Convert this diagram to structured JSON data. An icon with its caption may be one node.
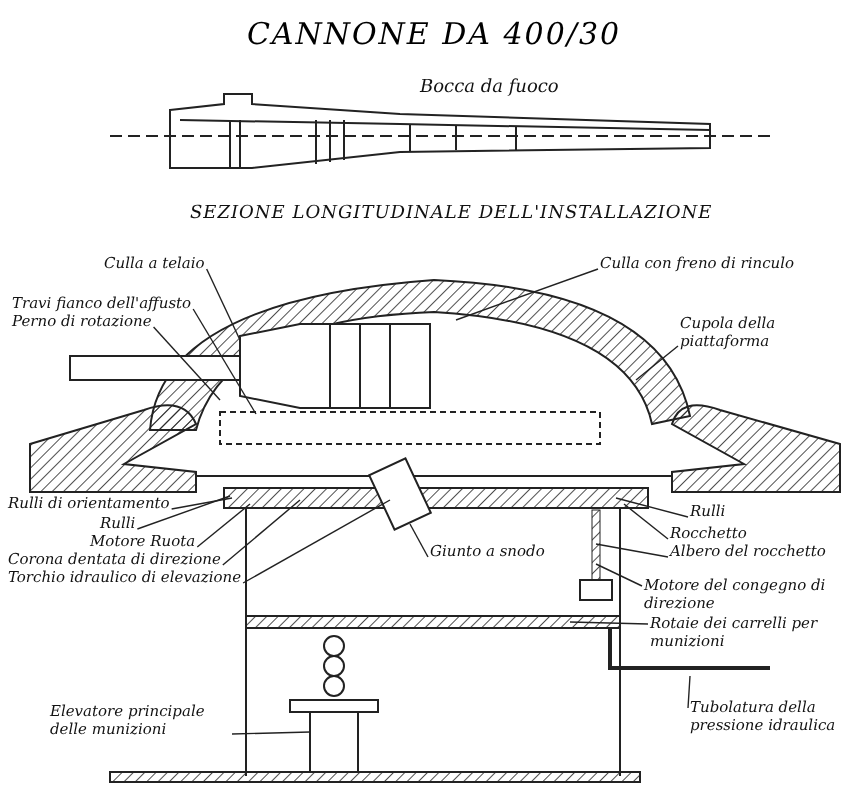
{
  "diagram": {
    "title": "CANNONE DA 400/30",
    "nodes": [
      {
        "text": [
          "Culla a telaio"
        ]
      },
      {
        "text": [
          "Travi fianco dell'affusto"
        ]
      },
      {
        "text": [
          "Perno di rotazione"
        ]
      },
      {
        "text": [
          "Culla con freno di rinculo"
        ]
      },
      {
        "text": [
          "Cupola della piattaforma"
        ]
      },
      {
        "text": [
          "Rulli di orientamento"
        ]
      },
      {
        "text": [
          "Rulli"
        ]
      },
      {
        "text": [
          "Motore Ruota"
        ]
      },
      {
        "text": [
          "Corona dentata di direzione"
        ]
      },
      {
        "text": [
          "Torchio idraulico di elevazione"
        ]
      },
      {
        "text": [
          "Giunto a snodo"
        ]
      },
      {
        "text": [
          "Rulli"
        ]
      },
      {
        "text": [
          "Rocchetto"
        ]
      },
      {
        "text": [
          "Albero del rocchetto"
        ]
      },
      {
        "text": [
          "Motore del congegno di direzione"
        ]
      },
      {
        "text": [
          "Rotaie dei carrelli per munizioni"
        ]
      },
      {
        "text": [
          "Tubolatura della pressione idraulica"
        ]
      },
      {
        "text": [
          "Elevatore principale delle munizioni"
        ]
      }
    ],
    "edges": [
      {
        "from": 0,
        "to": null,
        "arrow": "none"
      },
      {
        "from": 1,
        "to": null,
        "arrow": "none"
      },
      {
        "from": 2,
        "to": null,
        "arrow": "none"
      },
      {
        "from": 3,
        "to": null,
        "arrow": "none"
      },
      {
        "from": 4,
        "to": null,
        "arrow": "none"
      },
      {
        "from": 5,
        "to": null,
        "arrow": "none"
      },
      {
        "from": 6,
        "to": null,
        "arrow": "none"
      },
      {
        "from": 7,
        "to": null,
        "arrow": "none"
      },
      {
        "from": 8,
        "to": null,
        "arrow": "none"
      },
      {
        "from": 9,
        "to": null,
        "arrow": "none"
      },
      {
        "from": 10,
        "to": null,
        "arrow": "none"
      },
      {
        "from": 11,
        "to": null,
        "arrow": "none"
      },
      {
        "from": 12,
        "to": null,
        "arrow": "none"
      },
      {
        "from": 13,
        "to": null,
        "arrow": "none"
      },
      {
        "from": 14,
        "to": null,
        "arrow": "none"
      },
      {
        "from": 15,
        "to": null,
        "arrow": "none"
      },
      {
        "from": 16,
        "to": null,
        "arrow": "none"
      },
      {
        "from": 17,
        "to": null,
        "arrow": "none"
      }
    ],
    "labels": [
      "Bocca da fuoco",
      "SEZIONE LONGITUDINALE DELL'INSTALLAZIONE"
    ]
  }
}
